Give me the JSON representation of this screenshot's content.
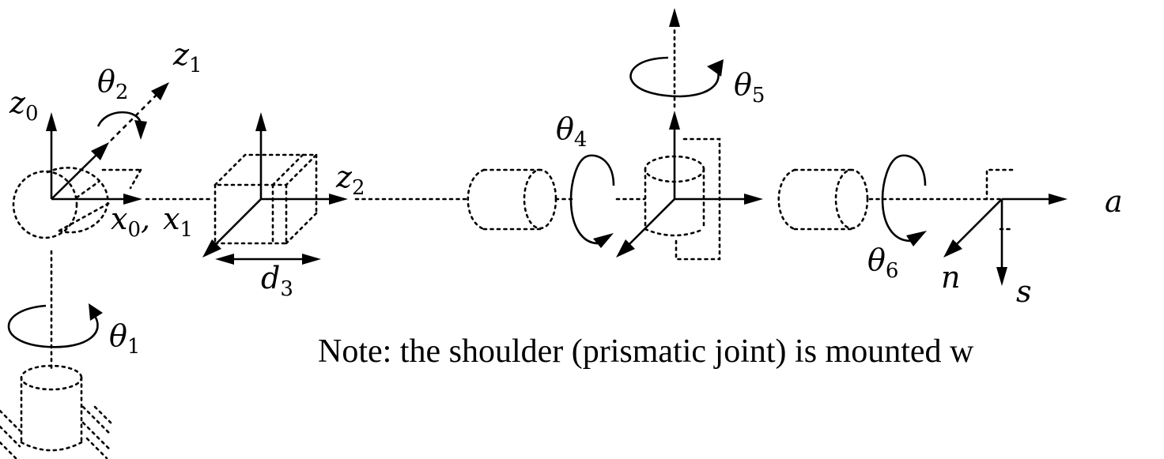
{
  "labels": {
    "z0": {
      "base": "z",
      "sub": "0"
    },
    "z1": {
      "base": "z",
      "sub": "1"
    },
    "z2": {
      "base": "z",
      "sub": "2"
    },
    "theta1": {
      "base": "θ",
      "sub": "1"
    },
    "theta2": {
      "base": "θ",
      "sub": "2"
    },
    "theta4": {
      "base": "θ",
      "sub": "4"
    },
    "theta5": {
      "base": "θ",
      "sub": "5"
    },
    "theta6": {
      "base": "θ",
      "sub": "6"
    },
    "x0": {
      "base": "x",
      "sub": "0"
    },
    "x1": {
      "base": "x",
      "sub": "1"
    },
    "x_separator": ",",
    "d3": {
      "base": "d",
      "sub": "3"
    },
    "a": "a",
    "n": "n",
    "s": "s"
  },
  "note": "Note: the shoulder (prismatic joint) is mounted w"
}
